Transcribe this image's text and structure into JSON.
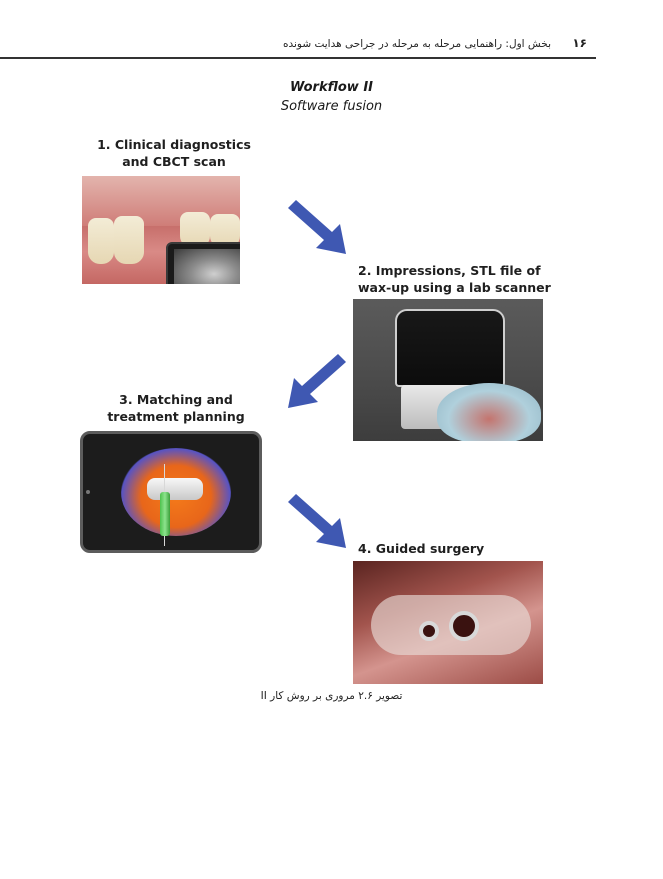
{
  "header": {
    "page_number": "۱۶",
    "running_title": "بخش اول: راهنمایی مرحله به مرحله در جراحی هدایت شونده"
  },
  "figure": {
    "title": "Workflow II",
    "subtitle": "Software fusion",
    "steps": [
      {
        "label": "1. Clinical diagnostics and CBCT scan"
      },
      {
        "label": "2. Impressions, STL file of wax-up using a lab scanner"
      },
      {
        "label": "3. Matching and treatment planning"
      },
      {
        "label": "4. Guided surgery"
      }
    ],
    "arrow_color": "#3f58b2",
    "caption": "تصویر ۲.۶ مروری بر روش کار II"
  }
}
